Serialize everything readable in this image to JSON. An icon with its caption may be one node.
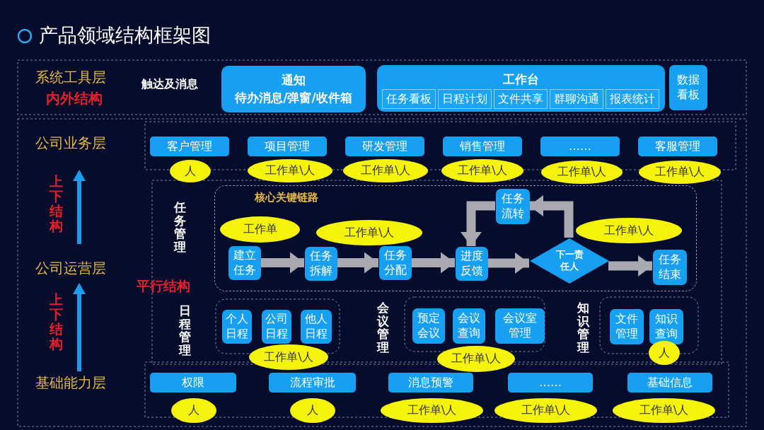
{
  "diagram": {
    "title": "产品领域结构框架图",
    "nodes": [
      {
        "text": [
          "通知",
          "待办消息/弹窗/收件箱"
        ]
      },
      {
        "text": [
          "工作台"
        ]
      },
      {
        "text": [
          "任务看板"
        ],
        "in": 1
      },
      {
        "text": [
          "日程计划"
        ],
        "in": 1
      },
      {
        "text": [
          "文件共享"
        ],
        "in": 1
      },
      {
        "text": [
          "群聊沟通"
        ],
        "in": 1
      },
      {
        "text": [
          "报表统计"
        ],
        "in": 1
      },
      {
        "text": [
          "数据看板"
        ]
      },
      {
        "text": [
          "客户管理"
        ]
      },
      {
        "text": [
          "人"
        ]
      },
      {
        "text": [
          "项目管理"
        ]
      },
      {
        "text": [
          "工作单\\人"
        ]
      },
      {
        "text": [
          "研发管理"
        ]
      },
      {
        "text": [
          "工作单\\人"
        ]
      },
      {
        "text": [
          "销售管理"
        ]
      },
      {
        "text": [
          "工作单\\人"
        ]
      },
      {
        "text": [
          "……"
        ]
      },
      {
        "text": [
          "工作单\\人"
        ]
      },
      {
        "text": [
          "客服管理"
        ]
      },
      {
        "text": [
          "工作单\\人"
        ]
      },
      {
        "text": [
          "核心关键链路"
        ]
      },
      {
        "text": [
          "工作单"
        ],
        "in": 20
      },
      {
        "text": [
          "建立任务"
        ],
        "in": 20
      },
      {
        "text": [
          "任务拆解"
        ],
        "in": 20
      },
      {
        "text": [
          "工作单\\人"
        ],
        "in": 20
      },
      {
        "text": [
          "任务分配"
        ],
        "in": 20
      },
      {
        "text": [
          "进度反馈"
        ],
        "in": 20
      },
      {
        "text": [
          "任务流转"
        ],
        "in": 20
      },
      {
        "text": [
          "下一责任人"
        ],
        "in": 20
      },
      {
        "text": [
          "工作单\\人"
        ],
        "in": 20
      },
      {
        "text": [
          "任务结束"
        ],
        "in": 20
      },
      {
        "text": [
          "个人日程"
        ]
      },
      {
        "text": [
          "公司日程"
        ]
      },
      {
        "text": [
          "他人日程"
        ]
      },
      {
        "text": [
          "工作单\\人"
        ]
      },
      {
        "text": [
          "预定会议"
        ]
      },
      {
        "text": [
          "会议查询"
        ]
      },
      {
        "text": [
          "会议室管理"
        ]
      },
      {
        "text": [
          "工作单\\人"
        ]
      },
      {
        "text": [
          "文件管理"
        ]
      },
      {
        "text": [
          "知识查询"
        ]
      },
      {
        "text": [
          "人"
        ]
      },
      {
        "text": [
          "权限"
        ]
      },
      {
        "text": [
          "人"
        ]
      },
      {
        "text": [
          "流程审批"
        ]
      },
      {
        "text": [
          "人"
        ]
      },
      {
        "text": [
          "消息预警"
        ]
      },
      {
        "text": [
          "工作单\\人"
        ]
      },
      {
        "text": [
          "……"
        ]
      },
      {
        "text": [
          "工作单\\人"
        ]
      },
      {
        "text": [
          "基础信息"
        ]
      },
      {
        "text": [
          "工作单\\人"
        ]
      }
    ],
    "edges": [
      {
        "from": 22,
        "to": 23,
        "arrow": "to"
      },
      {
        "from": 23,
        "to": 25,
        "arrow": "to"
      },
      {
        "from": 25,
        "to": 26,
        "arrow": "to"
      },
      {
        "from": 26,
        "to": 28,
        "arrow": "to"
      },
      {
        "from": 28,
        "to": 30,
        "arrow": "to"
      },
      {
        "from": 28,
        "to": 27,
        "arrow": "to"
      },
      {
        "from": 27,
        "to": 26,
        "arrow": "to"
      }
    ],
    "labels": [
      "系统工具层",
      "内外结构",
      "触达及消息",
      "公司业务层",
      "上下结构",
      "公司运营层",
      "平行结构",
      "上下结构",
      "基础能力层",
      "任务管理",
      "日程管理",
      "会议管理",
      "知识管理"
    ]
  }
}
